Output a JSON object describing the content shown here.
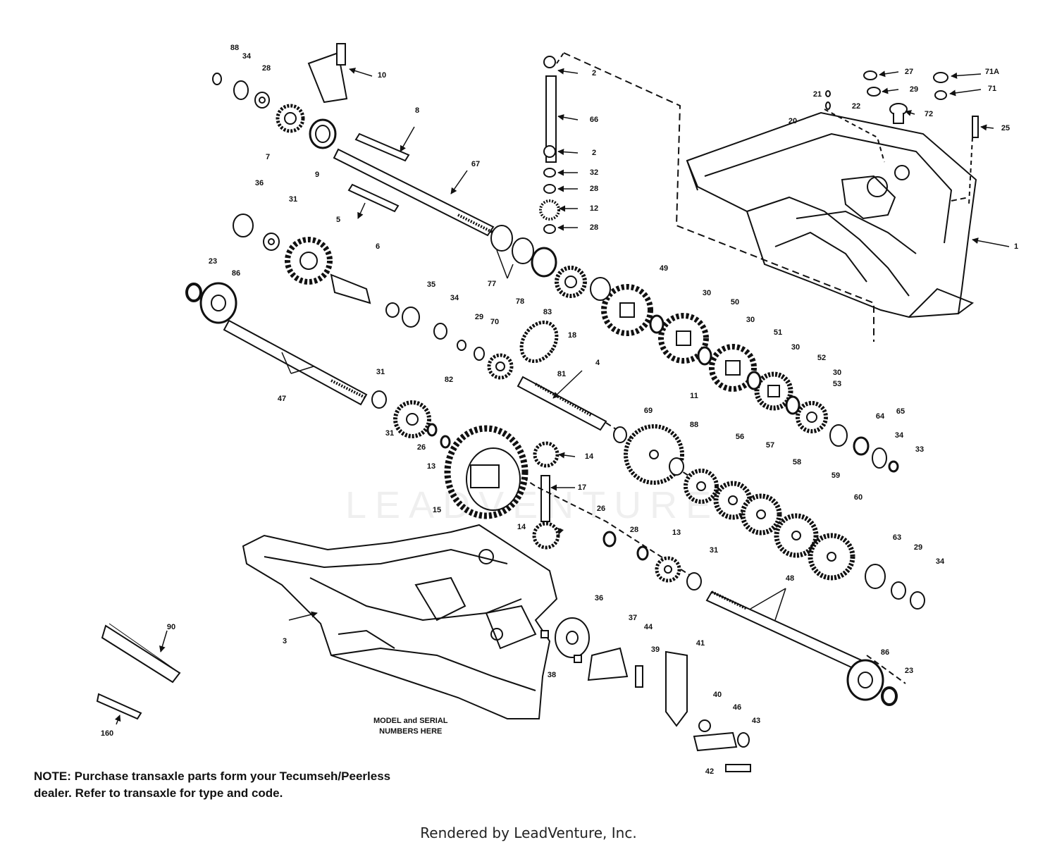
{
  "diagram": {
    "labels": [
      "88",
      "34",
      "28",
      "10",
      "8",
      "7",
      "9",
      "67",
      "36",
      "31",
      "6",
      "5",
      "23",
      "86",
      "31",
      "35",
      "34",
      "29",
      "70",
      "77",
      "78",
      "83",
      "81",
      "82",
      "18",
      "49",
      "30",
      "50",
      "30",
      "51",
      "30",
      "52",
      "30",
      "53",
      "2",
      "66",
      "2",
      "32",
      "28",
      "12",
      "28",
      "27",
      "71A",
      "29",
      "71",
      "21",
      "22",
      "20",
      "72",
      "25",
      "1",
      "47",
      "31",
      "13",
      "26",
      "15",
      "4",
      "14",
      "17",
      "11",
      "69",
      "88",
      "56",
      "57",
      "58",
      "59",
      "60",
      "64",
      "65",
      "34",
      "33",
      "26",
      "28",
      "13",
      "31",
      "14",
      "48",
      "63",
      "29",
      "34",
      "36",
      "3",
      "37",
      "44",
      "38",
      "39",
      "41",
      "40",
      "46",
      "43",
      "42",
      "86",
      "23",
      "90",
      "160"
    ],
    "note_line1": "NOTE:  Purchase transaxle parts form your Tecumseh/Peerless",
    "note_line2": "dealer.  Refer to transaxle for type and code.",
    "serial_line1": "MODEL and SERIAL",
    "serial_line2": "NUMBERS HERE",
    "watermark": "LEADVENTURE",
    "footer": "Rendered by LeadVenture, Inc."
  }
}
